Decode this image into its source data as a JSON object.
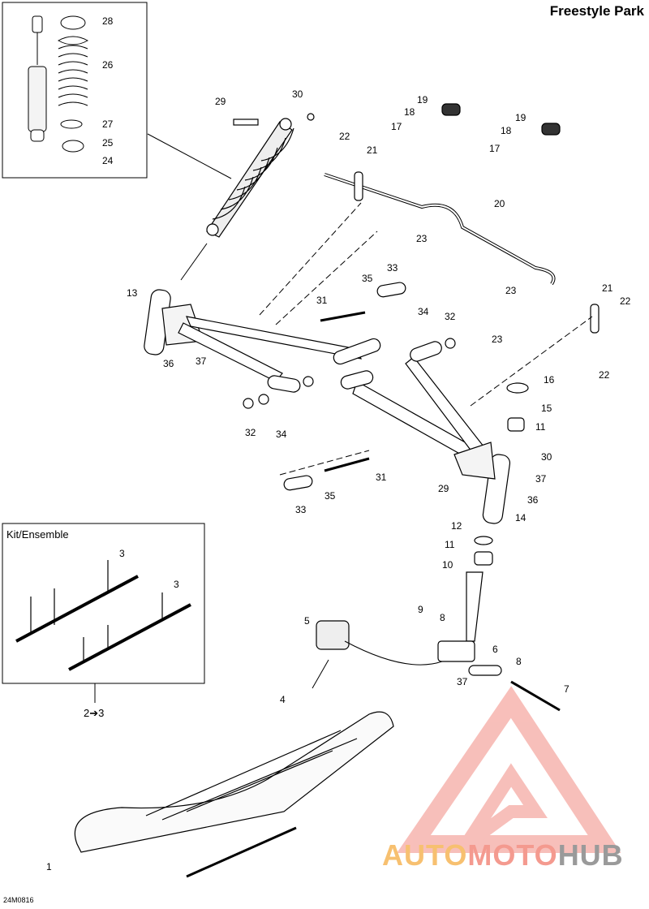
{
  "title": "Freestyle Park",
  "diagram_code": "24M0816",
  "kit_label": "Kit/Ensemble",
  "kit_note": "2➔3",
  "watermark": {
    "part1": "AUTO",
    "part2": "MOTO",
    "part3": "HUB"
  },
  "colors": {
    "line": "#000000",
    "watermark_red": "#f28b82",
    "watermark_orange": "#f7c070",
    "watermark_gray": "#9a9a9a"
  },
  "callouts": [
    "1",
    "2",
    "3",
    "3",
    "4",
    "5",
    "6",
    "7",
    "8",
    "8",
    "9",
    "10",
    "11",
    "11",
    "12",
    "13",
    "14",
    "15",
    "16",
    "17",
    "17",
    "18",
    "18",
    "19",
    "19",
    "20",
    "21",
    "21",
    "22",
    "22",
    "22",
    "23",
    "23",
    "23",
    "23",
    "24",
    "25",
    "26",
    "27",
    "28",
    "29",
    "29",
    "30",
    "30",
    "31",
    "31",
    "32",
    "32",
    "33",
    "33",
    "34",
    "34",
    "35",
    "35",
    "36",
    "36",
    "37",
    "37",
    "37"
  ]
}
